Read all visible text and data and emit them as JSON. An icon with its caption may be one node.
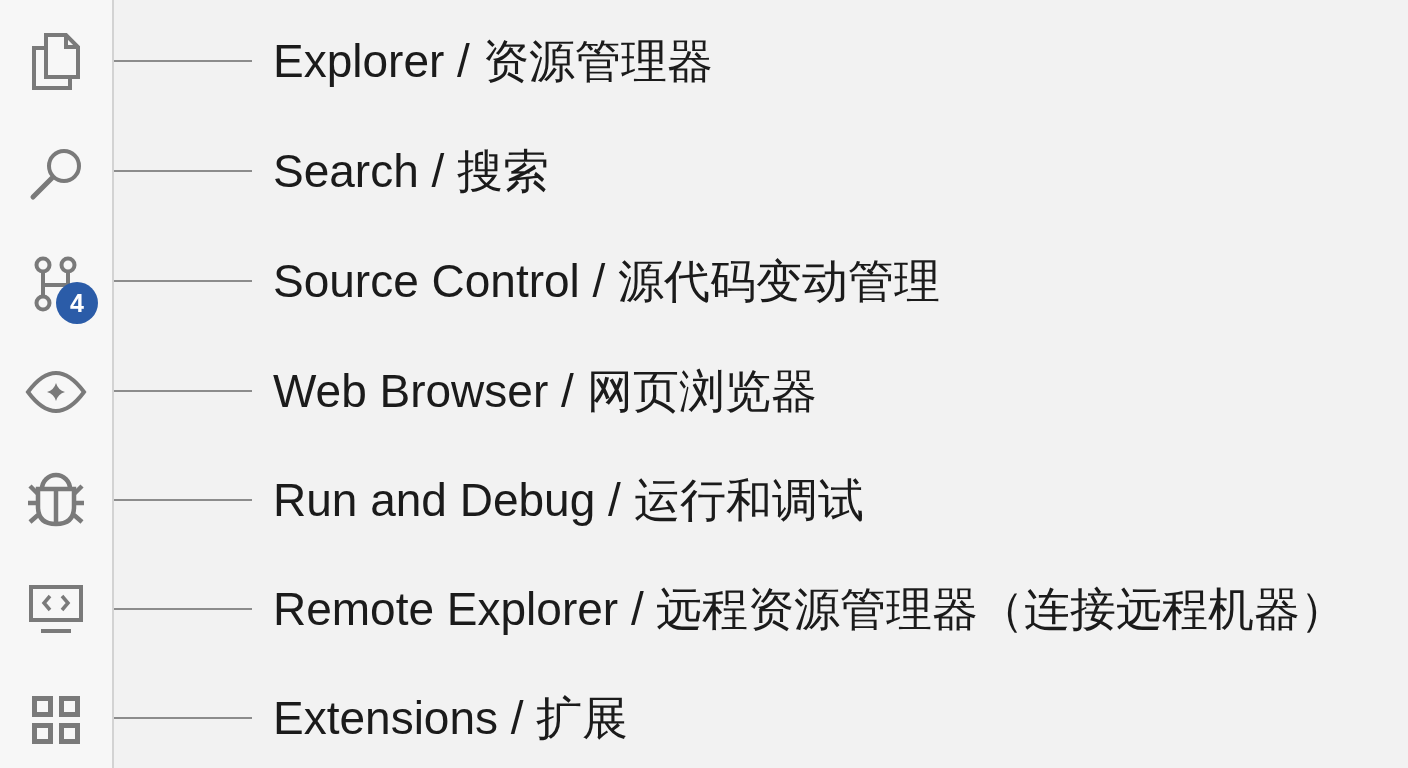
{
  "diagram": {
    "nodes": [
      {
        "text": [],
        "shape": "picture"
      },
      {
        "text": [
          "Explorer / 资源管理器"
        ]
      },
      {
        "text": [],
        "shape": "picture"
      },
      {
        "text": [
          "Search / 搜索"
        ]
      },
      {
        "text": [],
        "shape": "picture"
      },
      {
        "text": [
          "Source Control / 源代码变动管理"
        ]
      },
      {
        "text": [],
        "shape": "picture"
      },
      {
        "text": [
          "Web Browser / 网页浏览器"
        ]
      },
      {
        "text": [],
        "shape": "picture"
      },
      {
        "text": [
          "Run and Debug / 运行和调试"
        ]
      },
      {
        "text": [],
        "shape": "picture"
      },
      {
        "text": [
          "Remote Explorer / 远程资源管理器（连接远程机器）"
        ]
      },
      {
        "text": [],
        "shape": "picture"
      },
      {
        "text": [
          "Extensions / 扩展"
        ]
      }
    ],
    "edges": [
      {
        "from": 1,
        "to": 0,
        "arrow": "none"
      },
      {
        "from": 3,
        "to": 2,
        "arrow": "none"
      },
      {
        "from": 5,
        "to": 4,
        "arrow": "none"
      },
      {
        "from": 7,
        "to": 6,
        "arrow": "none"
      },
      {
        "from": 9,
        "to": 8,
        "arrow": "none"
      },
      {
        "from": 11,
        "to": 10,
        "arrow": "none"
      },
      {
        "from": 13,
        "to": 12,
        "arrow": "none"
      }
    ],
    "labels": [
      "4"
    ]
  }
}
